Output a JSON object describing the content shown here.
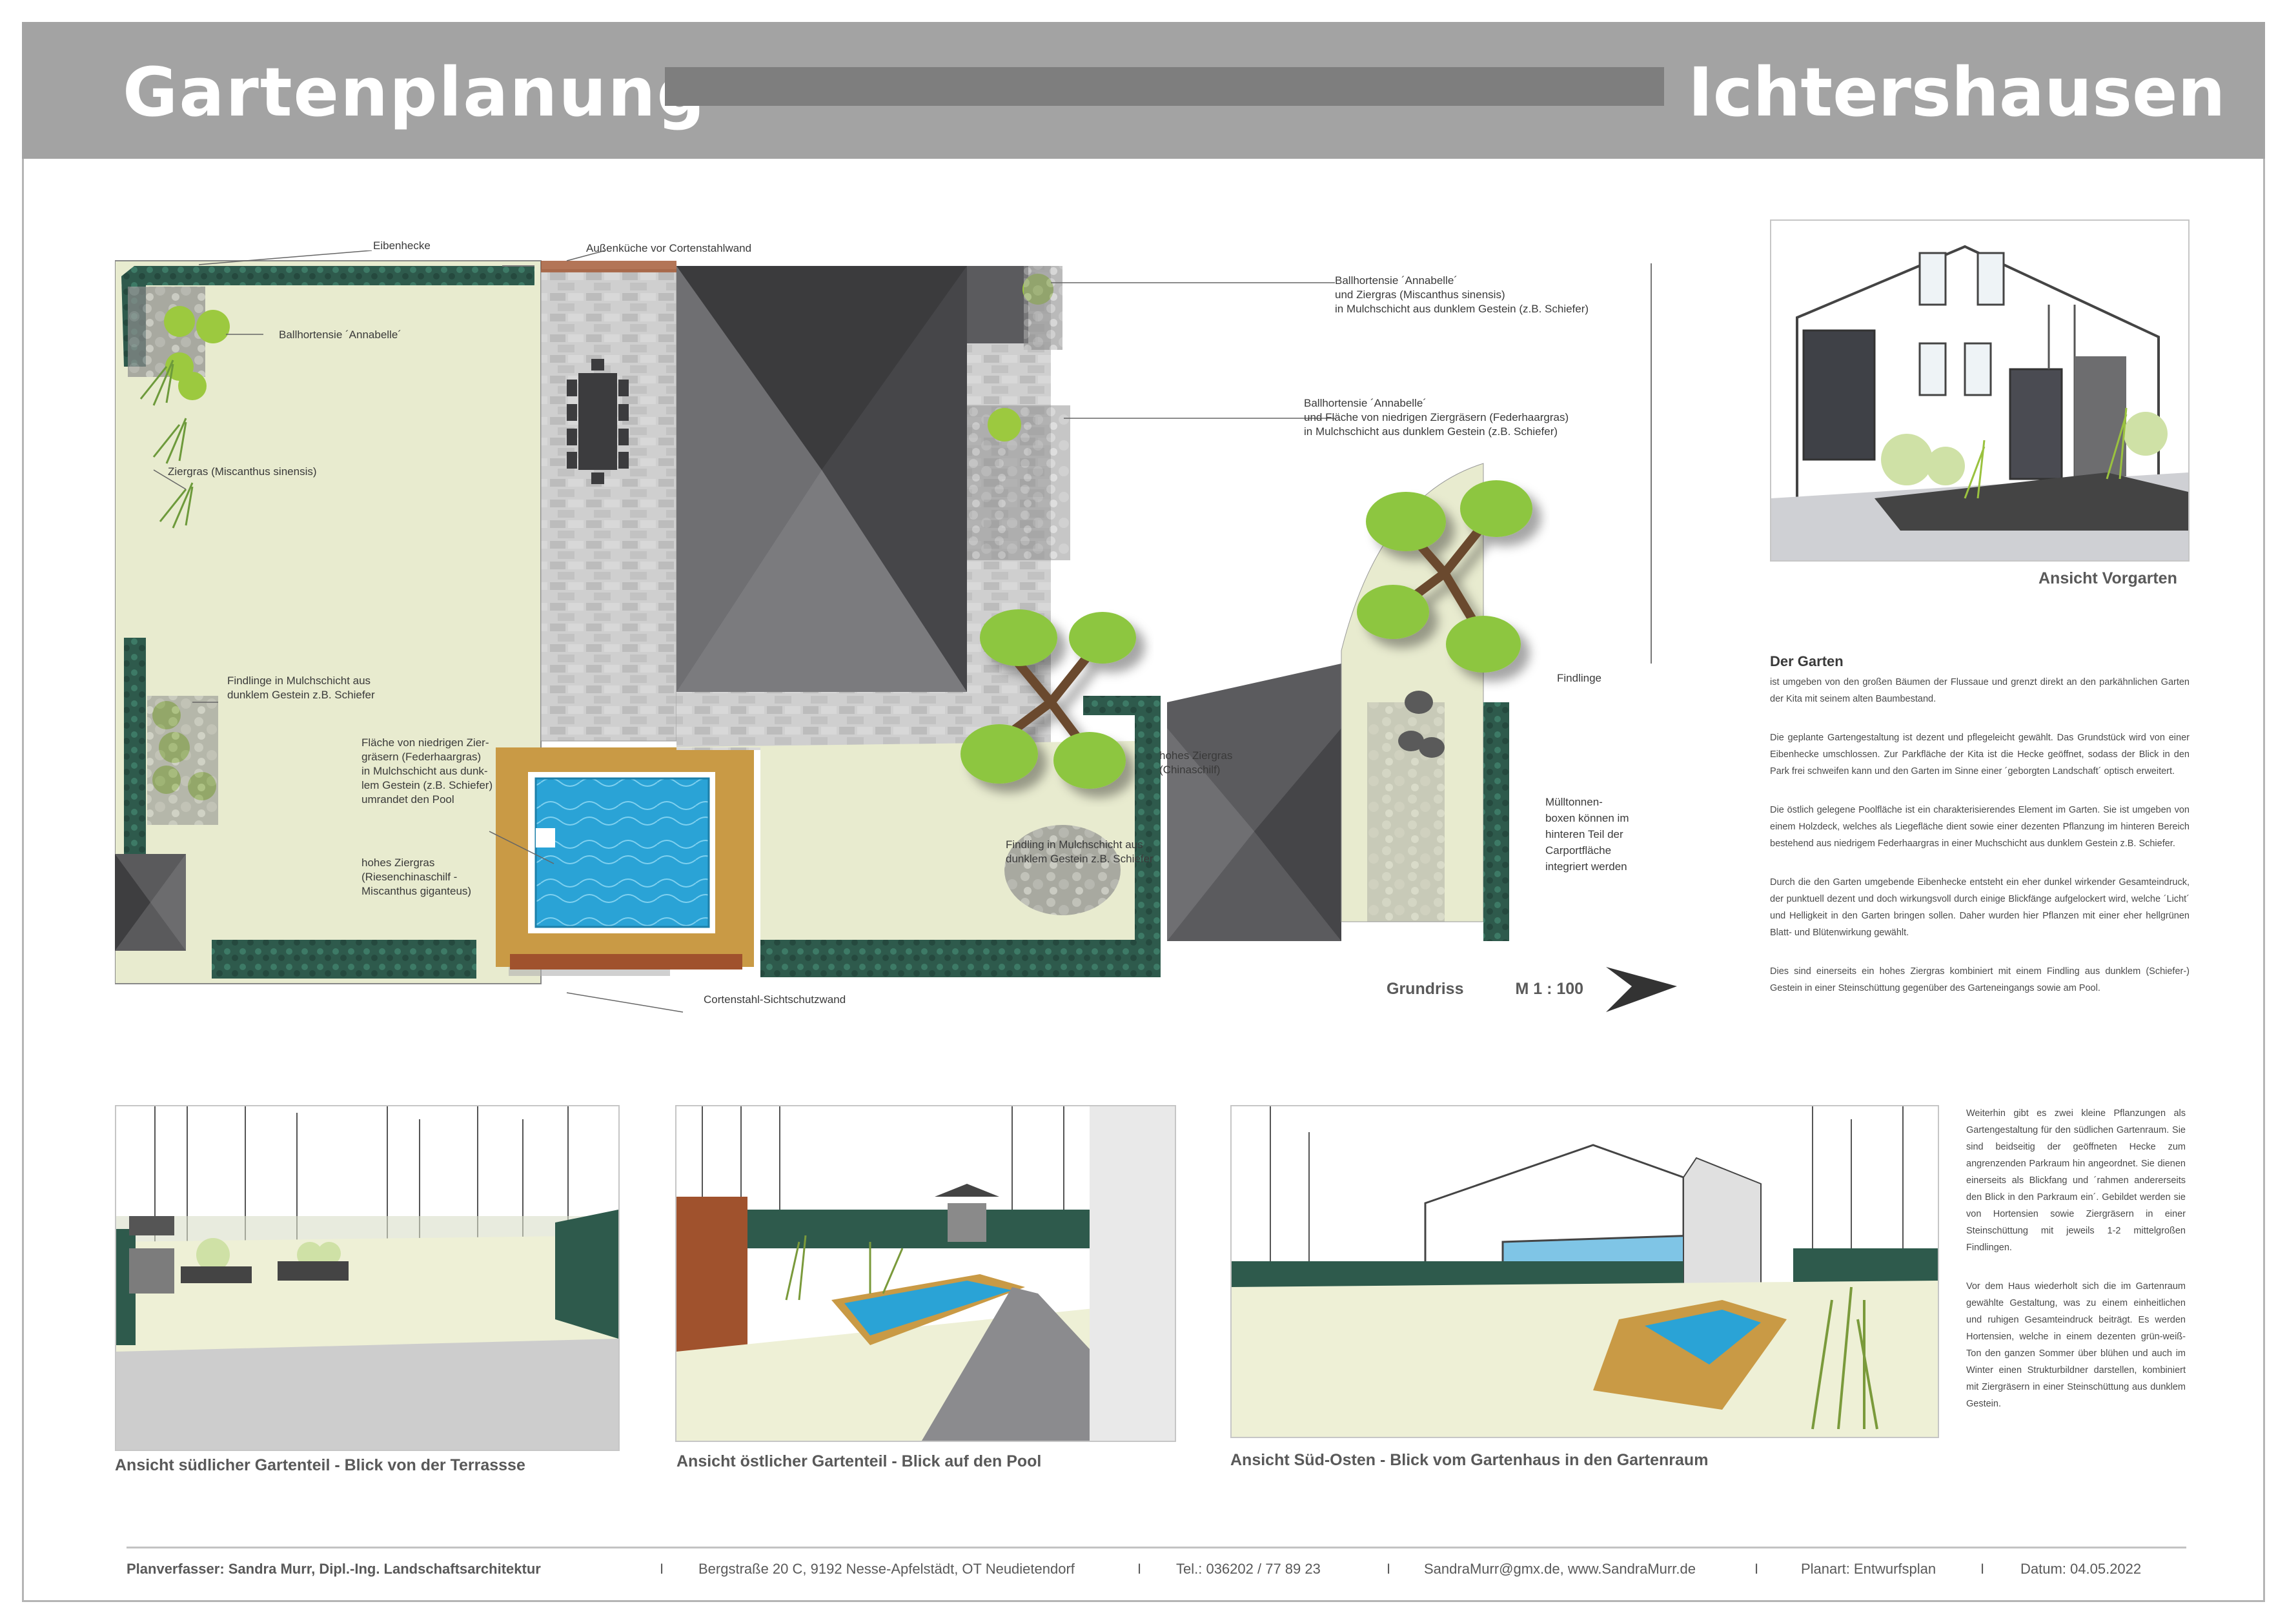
{
  "title": {
    "left": "Gartenplanung",
    "right": "Ichtershausen"
  },
  "labels": {
    "eibenhecke": "Eibenhecke",
    "aussenkueche": "Außenküche vor Cortenstahlwand",
    "ballhortensie_1": "Ballhortensie ´Annabelle´",
    "ziergras_1": "Ziergras (Miscanthus sinensis)",
    "findlinge_1": [
      "Findlinge in Mulchschicht aus",
      "dunklem Gestein z.B. Schiefer"
    ],
    "flaeche_1": [
      "Fläche von niedrigen Zier-",
      "gräsern (Federhaargras)",
      "in Mulchschicht aus dunk-",
      "lem Gestein (z.B. Schiefer)",
      "umrandet den Pool"
    ],
    "hohes_ziergras_1": [
      "hohes Ziergras",
      "(Riesenchinaschilf -",
      "Miscanthus giganteus)"
    ],
    "cortenstahl": "Cortenstahl-Sichtschutzwand",
    "ballhortensie_r1": [
      "Ballhortensie ´Annabelle´",
      "und Ziergras (Miscanthus sinensis)",
      "in Mulchschicht aus dunklem Gestein (z.B. Schiefer)"
    ],
    "ballhortensie_r2": [
      "Ballhortensie ´Annabelle´",
      "und Fläche von niedrigen Zier­gräsern (Federhaargras)",
      "in Mulchschicht aus dunklem Gestein (z.B. Schiefer)"
    ],
    "hohes_ziergras_2": [
      "hohes Ziergras",
      "(Chinaschilf)"
    ],
    "findling_2": [
      "Findling in Mulchschicht aus",
      "dunklem Gestein z.B. Schiefer"
    ],
    "findlinge_3": "Findlinge",
    "muelltonnen": [
      "Mülltonnen-",
      "boxen können im",
      "hinteren Teil der",
      "Carportfläche",
      "integriert werden"
    ]
  },
  "scale": {
    "label": "Grundriss",
    "value": "M 1 : 100"
  },
  "sketches": {
    "vorgarten": "Ansicht Vorgarten",
    "sued": "Ansicht südlicher Gartenteil - Blick von der Terrassse",
    "ost": "Ansicht östlicher Gartenteil - Blick auf den Pool",
    "suedost": "Ansicht Süd-Osten - Blick vom Gartenhaus in den Gartenraum"
  },
  "text": {
    "heading": "Der Garten",
    "p1": "ist umgeben von den großen Bäumen der Flussaue und grenzt direkt an den parkähnlichen Garten der Kita mit seinem alten Baumbestand.",
    "p2": "Die geplante Gartengestaltung ist dezent und pflegeleicht gewählt. Das Grundstück wird von einer Eibenhecke umschlossen. Zur Parkfläche der Kita ist die Hecke geöffnet, sodass der Blick in den Park frei schweifen kann und den Garten im Sinne einer ´geborgten Landschaft´ optisch erweitert.",
    "p3": "Die östlich gelegene Poolfläche ist ein charakterisierendes Element im Garten. Sie ist umgeben von einem Holzdeck, welches als Liegefläche dient sowie einer dezenten Pflanzung im hinteren Bereich bestehend aus niedrigem Federhaargras in einer Muchschicht aus dunklem Gestein z.B. Schiefer.",
    "p4": "Durch die den Garten umgebende Eibenhecke entsteht ein eher dunkel wirkender Gesamteindruck, der punktuell dezent und doch wirkungsvoll durch einige Blickfänge aufgelockert wird, welche ´Licht´ und Helligkeit in den Garten bringen sollen. Daher wurden hier Pflanzen mit einer eher hellgrünen Blatt- und Blütenwirkung gewählt.",
    "p5": "Dies sind einerseits ein hohes Ziergras kombiniert mit einem Findling aus dunklem (Schiefer-) Gestein in einer Steinschüttung gegenüber des Garteneingangs sowie am Pool.",
    "p6": "Weiterhin gibt es zwei kleine Pflanzungen als Gartengestaltung für den südlichen Gartenraum. Sie sind beidseitig der geöffneten Hecke zum angrenzenden Parkraum hin angeordnet. Sie dienen einerseits als Blickfang und ´rahmen andererseits den Blick in den Parkraum ein´. Gebildet werden sie von Hortensien sowie Ziergräsern in einer Steinschüttung mit jeweils 1-2 mittelgroßen Findlingen.",
    "p7": "Vor dem Haus wiederholt sich die im Gartenraum gewählte Gestaltung, was zu einem einheitlichen und ruhigen Gesamteindruck beiträgt. Es werden Hortensien, welche in einem dezenten grün-weiß-Ton den ganzen Sommer über blühen und auch im Winter einen Strukturbildner darstellen, kombiniert mit Ziergräsern in einer Steinschüttung aus dunklem Gestein."
  },
  "footer": {
    "author": "Planverfasser: Sandra Murr, Dipl.-Ing. Landschaftsarchitektur",
    "address": "Bergstraße 20 C, 9192 Nesse-Apfelstädt, OT Neudietendorf",
    "phone": "Tel.: 036202 / 77 89 23",
    "web": "SandraMurr@gmx.de, www.SandraMurr.de",
    "type": "Planart: Entwurfsplan",
    "date": "Datum: 04.05.2022",
    "separator": "I"
  },
  "colors": {
    "hedge": "#2e5a4c",
    "lawn": "#e8ebcf",
    "pool": "#2aa3d6",
    "corten": "#a0522d",
    "deck": "#c99a45",
    "roof_dark": "#4a4a4c",
    "roof_mid": "#6d6d70",
    "paving": "#c9c9c9"
  }
}
